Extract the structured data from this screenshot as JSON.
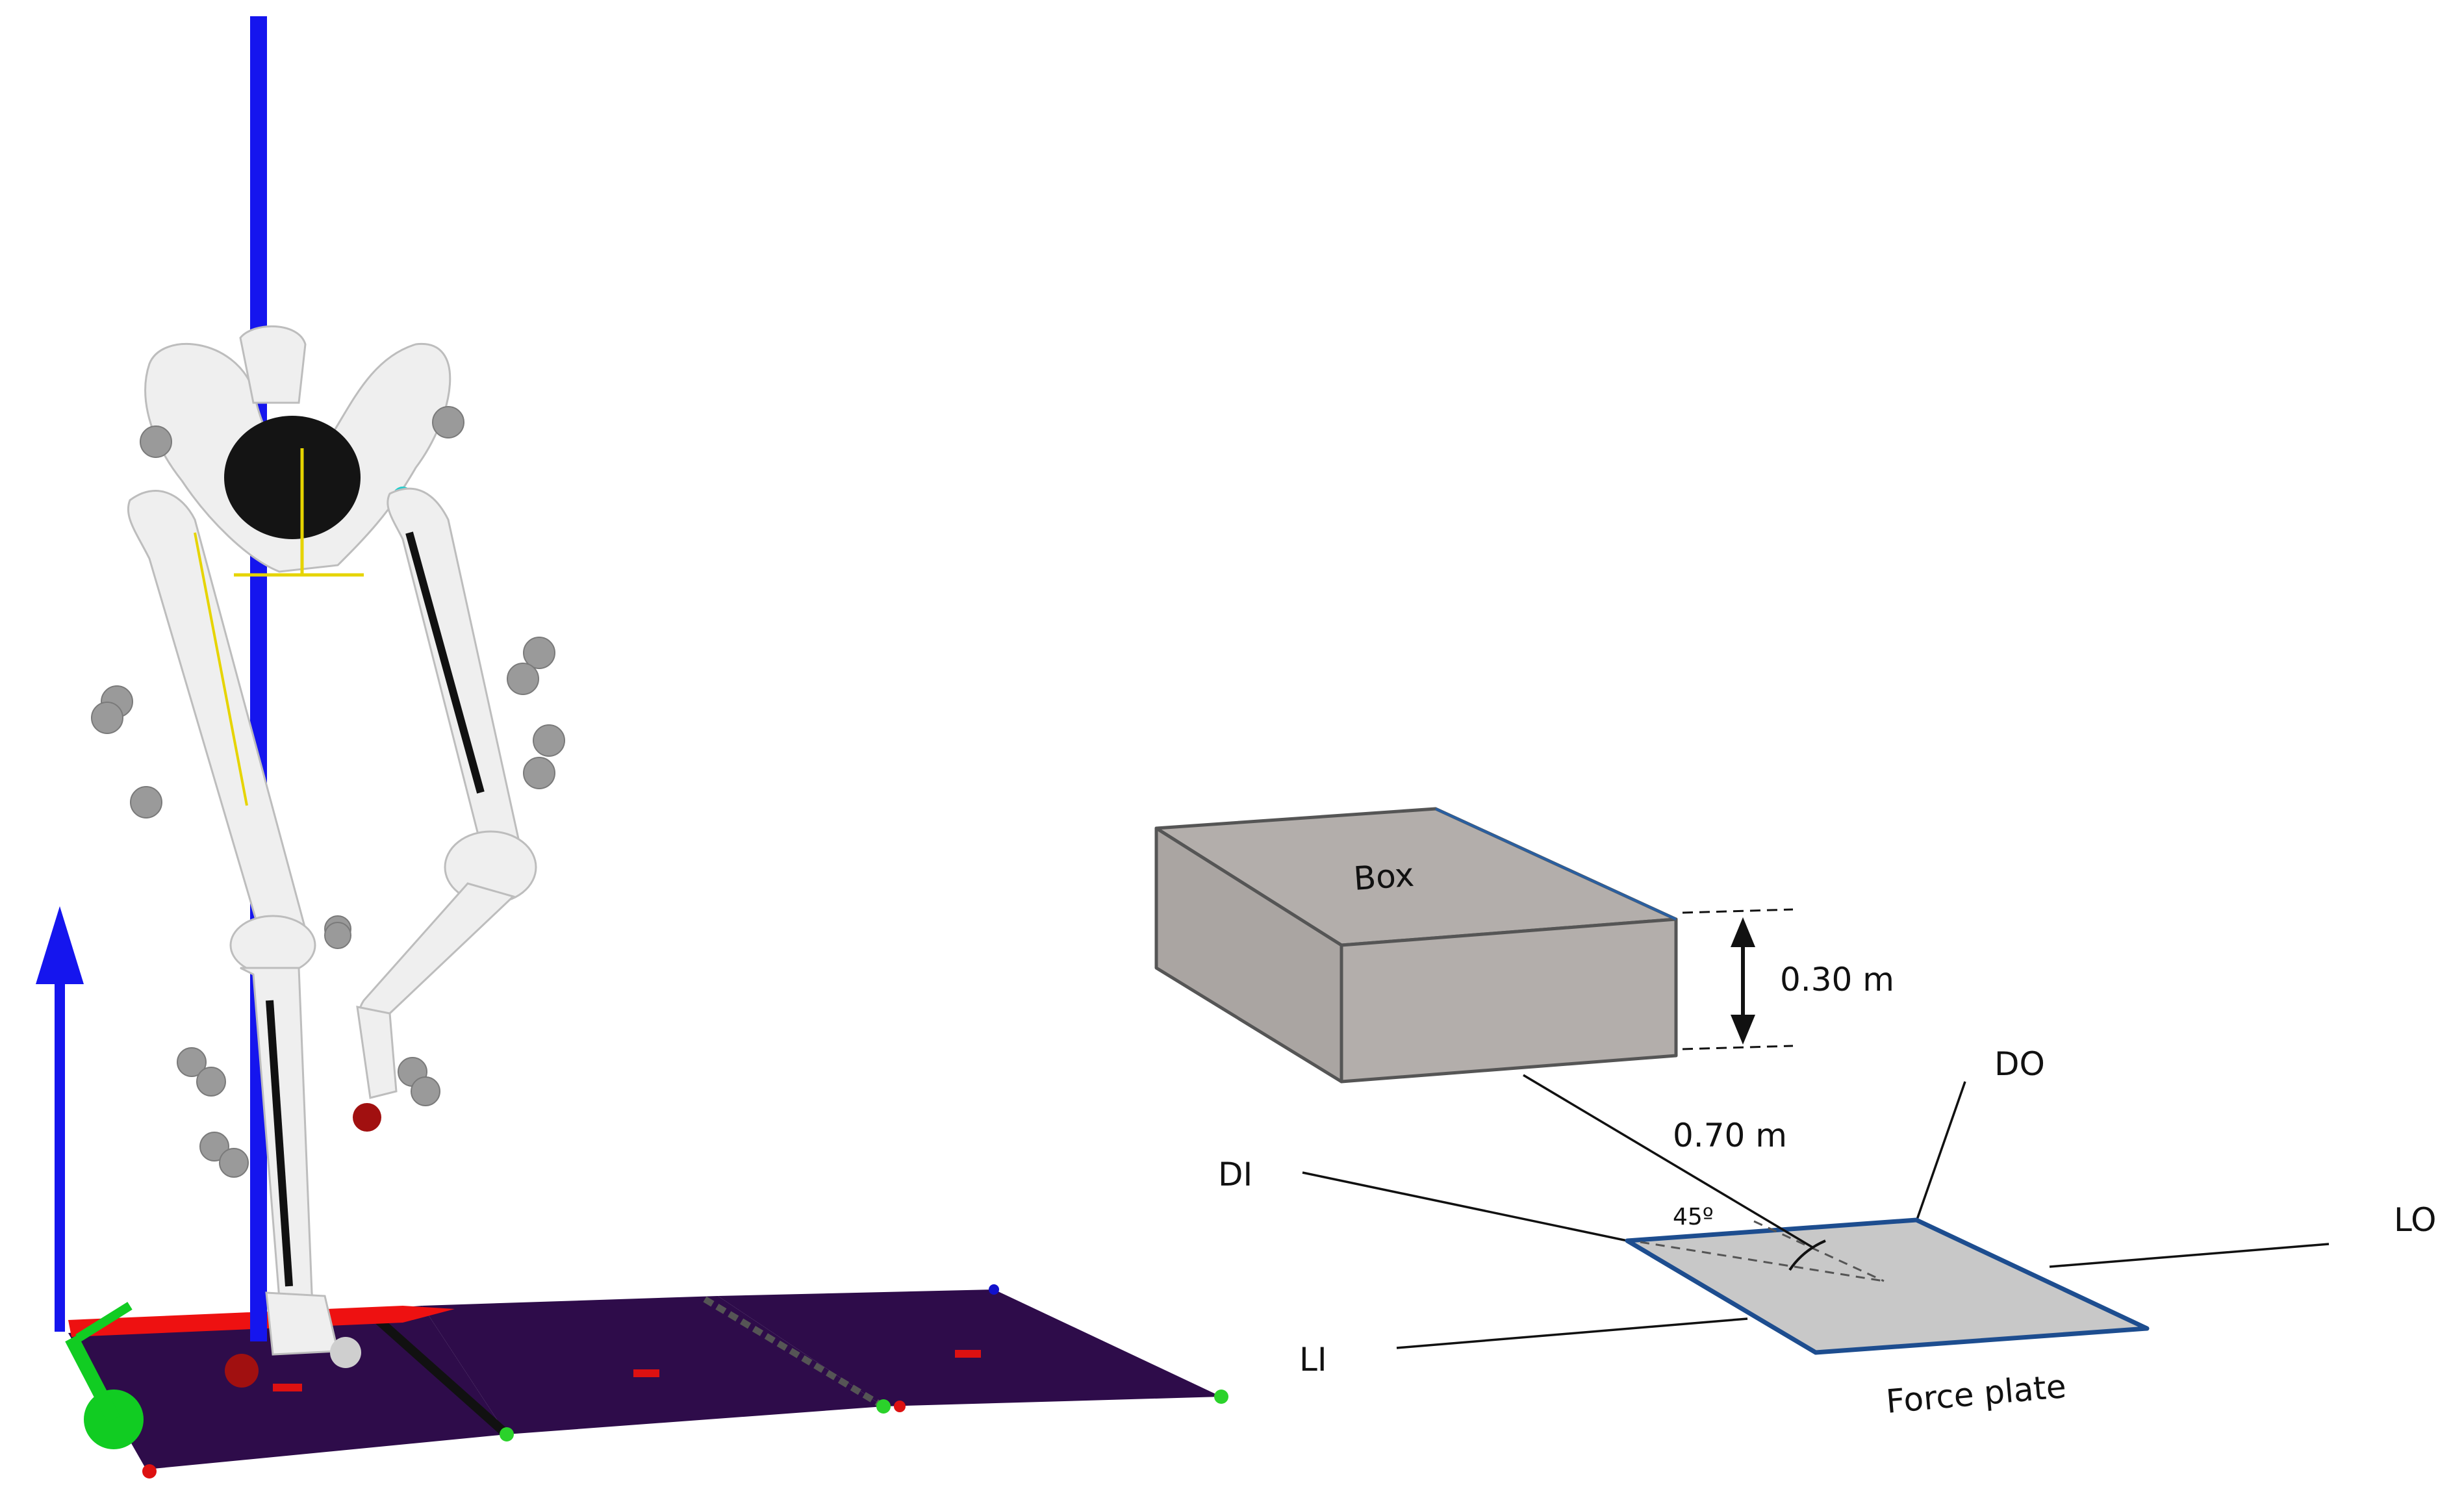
{
  "diagram": {
    "box_label": "Box",
    "height_label": "0.30 m",
    "distance_label": "0.70 m",
    "angle_label": "45º",
    "direction_labels": {
      "di": "DI",
      "do": "DO",
      "li": "LI",
      "lo": "LO"
    },
    "force_plate_label": "Force plate"
  },
  "colors": {
    "box_fill": "#b3aeab",
    "box_edge": "#555555",
    "force_plate_fill": "#c8c8c8",
    "force_plate_edge": "#1d4d8f",
    "floor_plate": "#2e0c4a",
    "axis_vertical": "#1515ee",
    "axis_x": "#ee1111",
    "axis_y": "#11cc22",
    "bone": "#efefef"
  }
}
